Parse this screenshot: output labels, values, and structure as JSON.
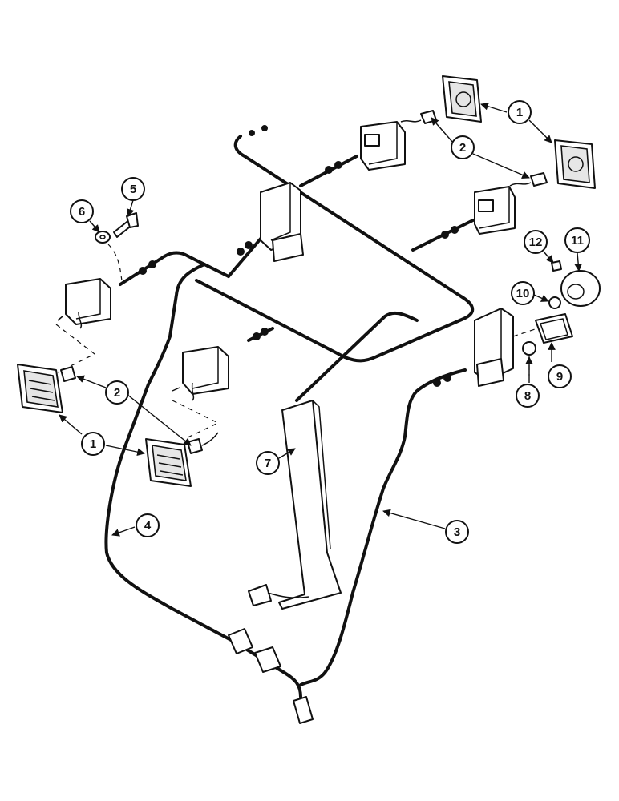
{
  "callouts": {
    "c1_top": "1",
    "c2_top": "2",
    "c5": "5",
    "c6": "6",
    "c12": "12",
    "c11": "11",
    "c10": "10",
    "c2_left": "2",
    "c1_left": "1",
    "c7": "7",
    "c8": "8",
    "c9": "9",
    "c4": "4",
    "c3": "3"
  },
  "colors": {
    "line": "#111111",
    "background": "#ffffff"
  }
}
